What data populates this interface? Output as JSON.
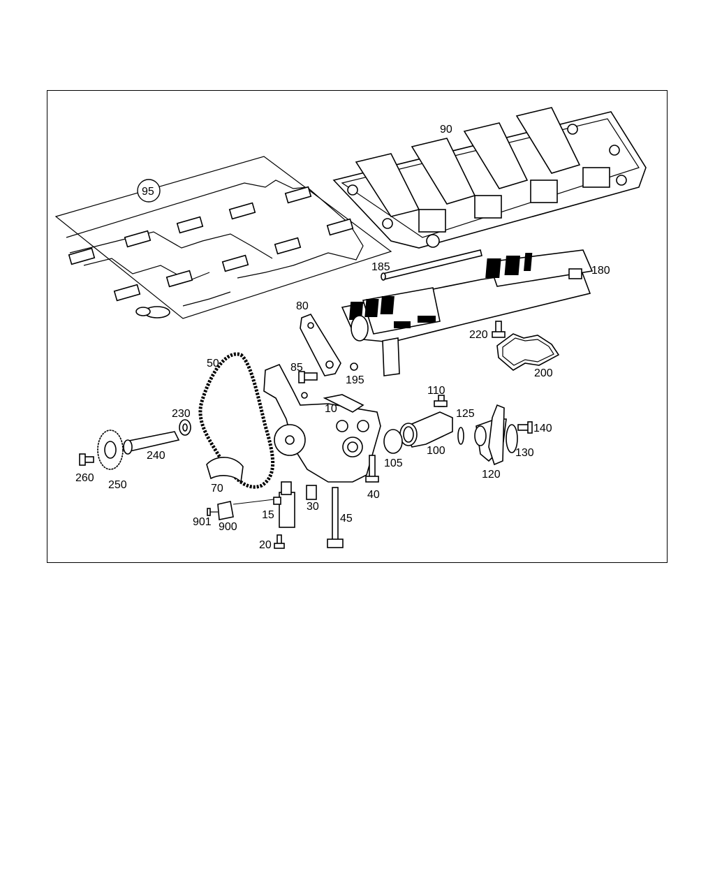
{
  "diagram": {
    "callouts": [
      "95",
      "90",
      "185",
      "180",
      "80",
      "85",
      "195",
      "220",
      "200",
      "50",
      "10",
      "110",
      "125",
      "140",
      "230",
      "240",
      "260",
      "250",
      "70",
      "105",
      "100",
      "130",
      "120",
      "15",
      "30",
      "45",
      "40",
      "901",
      "900",
      "20"
    ]
  }
}
